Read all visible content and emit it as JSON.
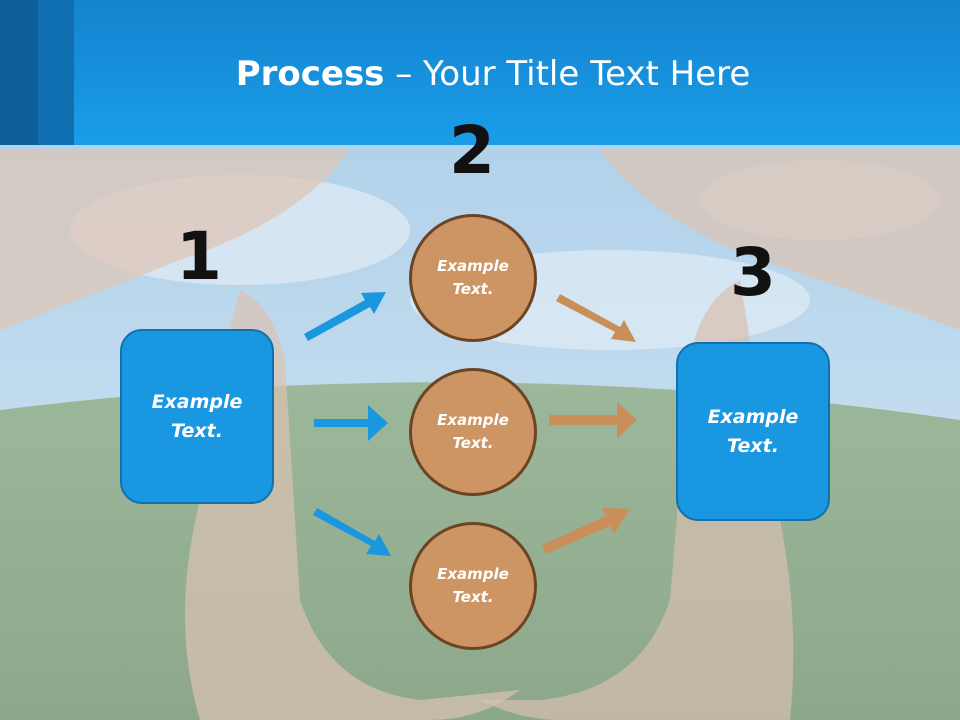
{
  "title": {
    "bold": "Process",
    "rest": " – Your Title Text Here"
  },
  "steps": {
    "one": "1",
    "two": "2",
    "three": "3"
  },
  "boxes": {
    "left": "Example\nText.",
    "right": "Example\nText."
  },
  "circles": {
    "top": "Example\nText.",
    "middle": "Example\nText.",
    "bottom": "Example\nText."
  },
  "colors": {
    "header": "#1a9de8",
    "box_fill": "#1997e0",
    "circle_fill": "#cd9563",
    "blue_arrow": "#1a97de",
    "orange_arrow": "#c98e5a"
  }
}
